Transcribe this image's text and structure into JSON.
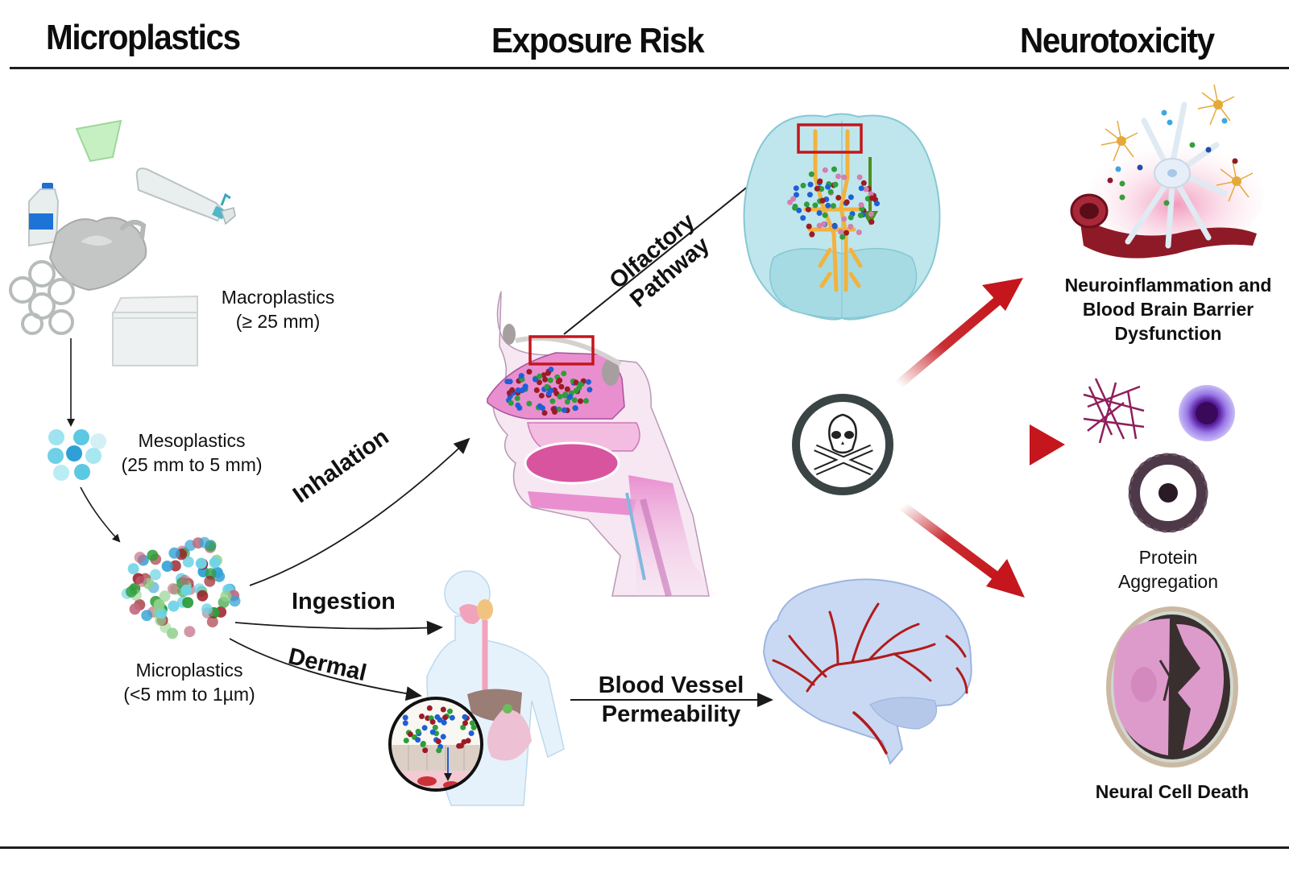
{
  "headers": {
    "left": "Microplastics",
    "center": "Exposure Risk",
    "right": "Neurotoxicity"
  },
  "plastic_stages": [
    {
      "name": "Macroplastics",
      "range": "(≥ 25 mm)"
    },
    {
      "name": "Mesoplastics",
      "range": "(25 mm to 5 mm)"
    },
    {
      "name": "Microplastics",
      "range": "(<5 mm to 1µm)"
    }
  ],
  "exposure_routes": {
    "inhalation": "Inhalation",
    "ingestion": "Ingestion",
    "dermal": "Dermal",
    "olfactory_line1": "Olfactory",
    "olfactory_line2": "Pathway",
    "blood_vessel_line1": "Blood Vessel",
    "blood_vessel_line2": "Permeability"
  },
  "outcomes": [
    {
      "line1": "Neuroinflammation and",
      "line2": "Blood Brain Barrier",
      "line3": "Dysfunction"
    },
    {
      "line1": "Protein",
      "line2": "Aggregation"
    },
    {
      "line1": "Neural Cell Death"
    }
  ],
  "icons": {
    "toxic": "skull-crossbones-icon"
  },
  "colors": {
    "arrow_red": "#c4161c",
    "highlight_box": "#c4161c",
    "tissue_pink": "#e98fcf",
    "brain_cyan": "#bfe6ec",
    "brain_blue": "#c9d9f3",
    "vessel_red": "#8e1a28",
    "particle_green": "#2e9d3a",
    "particle_blue": "#1f5fd6",
    "particle_red": "#9b1b26",
    "particle_cyan": "#6fd3e6"
  }
}
